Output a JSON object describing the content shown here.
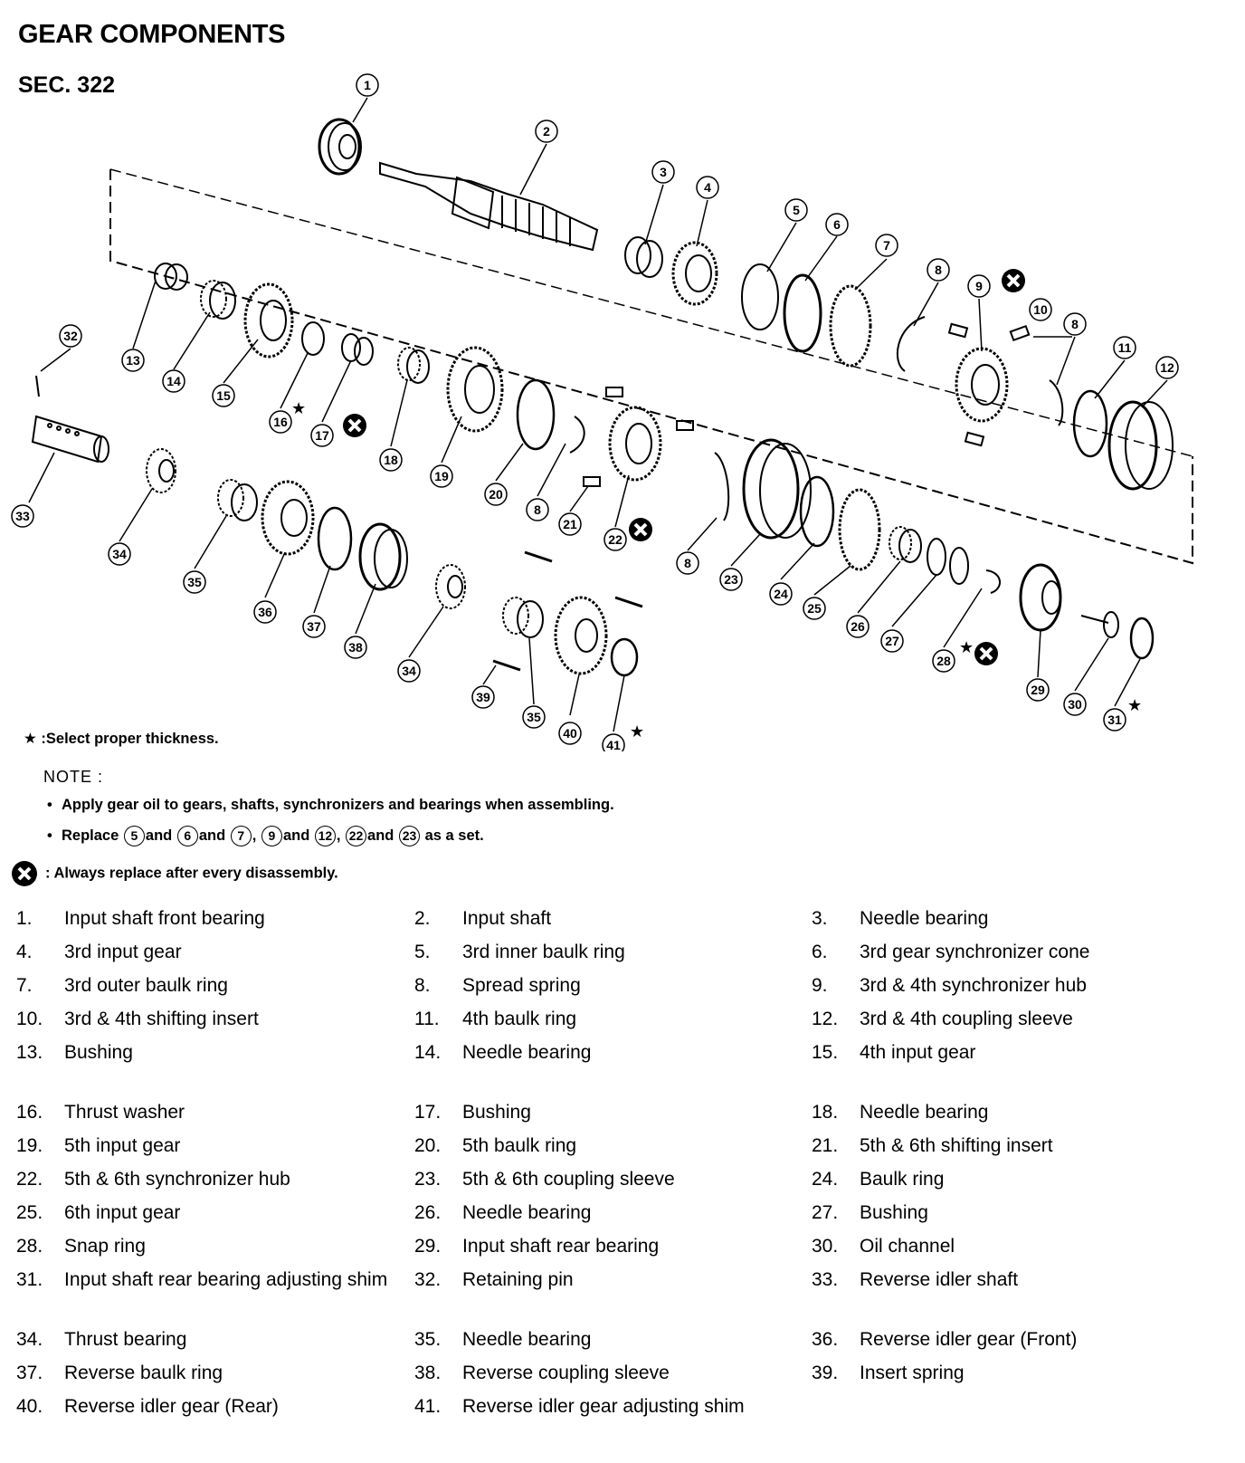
{
  "title": "GEAR COMPONENTS",
  "section": "SEC. 322",
  "legend": {
    "star_symbol": "★",
    "star_text": ":Select proper thickness.",
    "note_heading": "NOTE :",
    "note_1": "Apply gear oil to gears, shafts, synchronizers and bearings when assembling.",
    "note_2_prefix": "Replace",
    "note_2_and": "and",
    "note_2_suffix": "as a set.",
    "note_2_numbers": [
      "5",
      "6",
      "7",
      "9",
      "12",
      "22",
      "23"
    ],
    "replace_text": ": Always replace after every disassembly."
  },
  "callouts": [
    "1",
    "2",
    "3",
    "4",
    "5",
    "6",
    "7",
    "8",
    "9",
    "10",
    "8",
    "11",
    "12",
    "13",
    "14",
    "15",
    "16",
    "17",
    "18",
    "19",
    "20",
    "8",
    "21",
    "22",
    "8",
    "32",
    "33",
    "34",
    "35",
    "36",
    "37",
    "38",
    "34",
    "23",
    "24",
    "25",
    "26",
    "27",
    "28",
    "29",
    "30",
    "31",
    "39",
    "35",
    "40",
    "41"
  ],
  "parts": [
    {
      "num": "1.",
      "name": "Input shaft front bearing"
    },
    {
      "num": "2.",
      "name": "Input shaft"
    },
    {
      "num": "3.",
      "name": "Needle bearing"
    },
    {
      "num": "4.",
      "name": "3rd input gear"
    },
    {
      "num": "5.",
      "name": "3rd inner baulk ring"
    },
    {
      "num": "6.",
      "name": "3rd gear synchronizer cone"
    },
    {
      "num": "7.",
      "name": "3rd outer baulk ring"
    },
    {
      "num": "8.",
      "name": "Spread spring"
    },
    {
      "num": "9.",
      "name": "3rd & 4th synchronizer hub"
    },
    {
      "num": "10.",
      "name": "3rd & 4th shifting insert"
    },
    {
      "num": "11.",
      "name": "4th baulk ring"
    },
    {
      "num": "12.",
      "name": "3rd & 4th coupling sleeve"
    },
    {
      "num": "13.",
      "name": "Bushing"
    },
    {
      "num": "14.",
      "name": "Needle bearing"
    },
    {
      "num": "15.",
      "name": "4th input gear"
    },
    {
      "num": "16.",
      "name": "Thrust washer"
    },
    {
      "num": "17.",
      "name": "Bushing"
    },
    {
      "num": "18.",
      "name": "Needle bearing"
    },
    {
      "num": "19.",
      "name": "5th input gear"
    },
    {
      "num": "20.",
      "name": "5th baulk ring"
    },
    {
      "num": "21.",
      "name": "5th & 6th shifting insert"
    },
    {
      "num": "22.",
      "name": "5th & 6th synchronizer hub"
    },
    {
      "num": "23.",
      "name": "5th & 6th coupling sleeve"
    },
    {
      "num": "24.",
      "name": "Baulk ring"
    },
    {
      "num": "25.",
      "name": "6th input gear"
    },
    {
      "num": "26.",
      "name": "Needle bearing"
    },
    {
      "num": "27.",
      "name": "Bushing"
    },
    {
      "num": "28.",
      "name": "Snap ring"
    },
    {
      "num": "29.",
      "name": "Input shaft rear bearing"
    },
    {
      "num": "30.",
      "name": "Oil channel"
    },
    {
      "num": "31.",
      "name": "Input shaft rear bearing adjusting shim"
    },
    {
      "num": "32.",
      "name": "Retaining pin"
    },
    {
      "num": "33.",
      "name": "Reverse idler shaft"
    },
    {
      "num": "34.",
      "name": "Thrust bearing"
    },
    {
      "num": "35.",
      "name": "Needle bearing"
    },
    {
      "num": "36.",
      "name": "Reverse idler gear (Front)"
    },
    {
      "num": "37.",
      "name": "Reverse baulk ring"
    },
    {
      "num": "38.",
      "name": "Reverse coupling sleeve"
    },
    {
      "num": "39.",
      "name": "Insert spring"
    },
    {
      "num": "40.",
      "name": "Reverse idler gear (Rear)"
    },
    {
      "num": "41.",
      "name": "Reverse idler gear adjusting shim"
    }
  ]
}
